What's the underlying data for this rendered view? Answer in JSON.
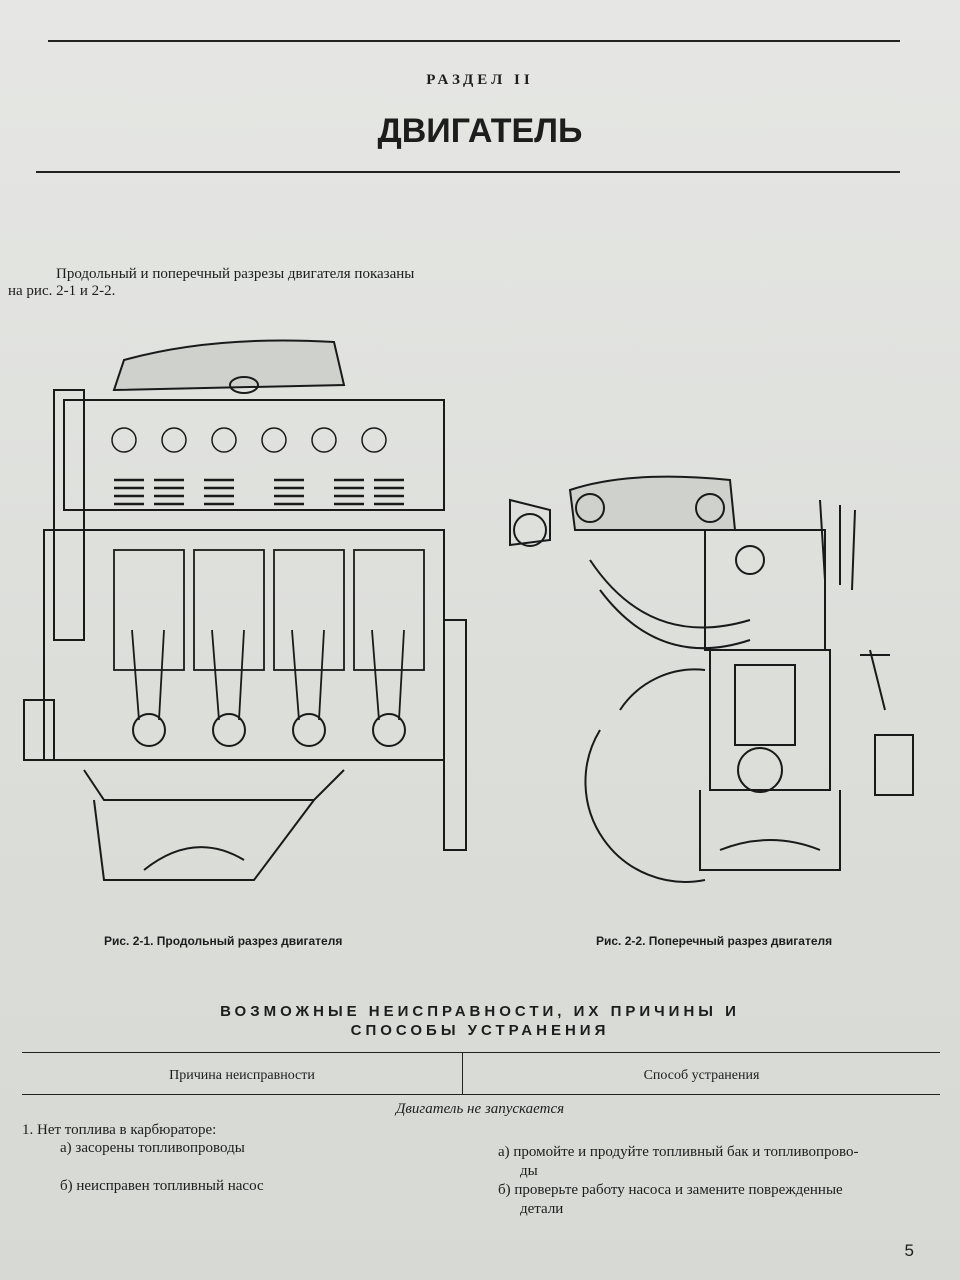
{
  "section": "РАЗДЕЛ II",
  "title": "ДВИГАТЕЛЬ",
  "intro": {
    "line1": "Продольный и поперечный разрезы двигателя показаны",
    "line2": "на рис. 2-1 и 2-2."
  },
  "figures": [
    {
      "caption": "Рис. 2-1. Продольный разрез двигателя"
    },
    {
      "caption": "Рис. 2-2. Поперечный разрез двигателя"
    }
  ],
  "troubleshooting": {
    "heading_line1": "ВОЗМОЖНЫЕ НЕИСПРАВНОСТИ, ИХ ПРИЧИНЫ И",
    "heading_line2": "СПОСОБЫ УСТРАНЕНИЯ",
    "col_cause": "Причина неисправности",
    "col_remedy": "Способ устранения",
    "subheading": "Двигатель не запускается",
    "item1": "1. Нет топлива в карбюраторе:",
    "cause_a": "а)  засорены топливопроводы",
    "cause_b": "б)  неисправен топливный насос",
    "remedy_a_l1": "а)  промойте и продуйте топливный бак и топливопрово-",
    "remedy_a_l2": "ды",
    "remedy_b_l1": "б)  проверьте работу насоса и замените поврежденные",
    "remedy_b_l2": "детали"
  },
  "page_number": "5"
}
